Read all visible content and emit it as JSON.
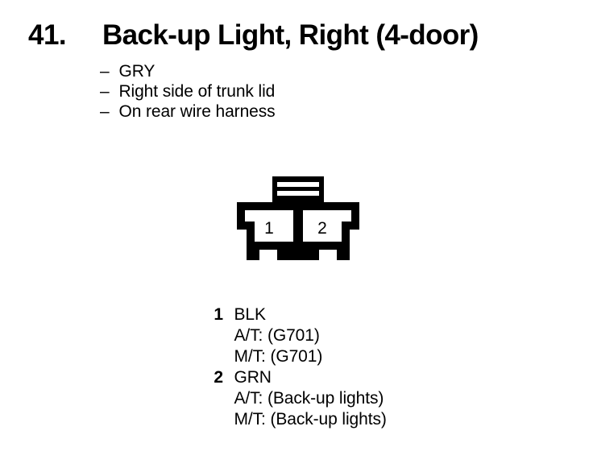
{
  "page": {
    "background_color": "#ffffff",
    "ink_color": "#000000"
  },
  "header": {
    "number": "41.",
    "title": "Back-up Light, Right (4-door)"
  },
  "details": {
    "dash": "–",
    "items": [
      {
        "text": "GRY"
      },
      {
        "text": "Right side of trunk lid"
      },
      {
        "text": "On rear wire harness"
      }
    ]
  },
  "connector": {
    "cavity_count": 2,
    "pin_labels": [
      "1",
      "2"
    ],
    "shape": "two-cavity-connector-with-latch-tab"
  },
  "terminals": [
    {
      "pin": "1",
      "wire_color": "BLK",
      "notes": [
        "A/T: (G701)",
        "M/T: (G701)"
      ]
    },
    {
      "pin": "2",
      "wire_color": "GRN",
      "notes": [
        "A/T: (Back-up lights)",
        "M/T: (Back-up lights)"
      ]
    }
  ]
}
